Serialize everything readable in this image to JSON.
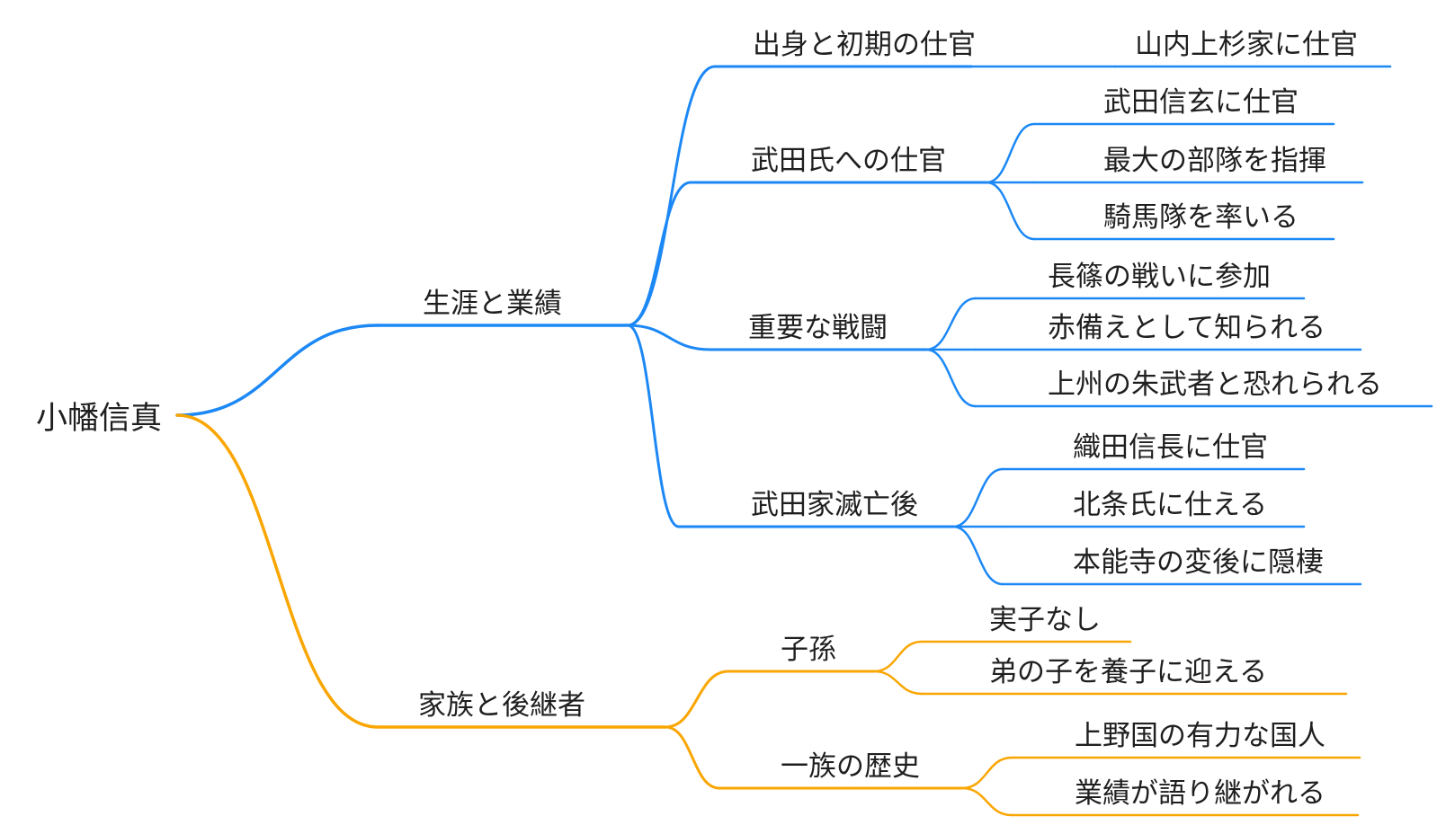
{
  "palette": {
    "branch_blue": "#1C88F5",
    "branch_orange": "#F9A602",
    "text": "#1F1F1F",
    "background": "#FFFFFF"
  },
  "mindmap": {
    "label": "小幡信真",
    "children": [
      {
        "label": "生涯と業績",
        "color": "branch_blue",
        "children": [
          {
            "label": "出身と初期の仕官",
            "children": [
              {
                "label": "山内上杉家に仕官",
                "children": []
              }
            ]
          },
          {
            "label": "武田氏への仕官",
            "children": [
              {
                "label": "武田信玄に仕官",
                "children": []
              },
              {
                "label": "最大の部隊を指揮",
                "children": []
              },
              {
                "label": "騎馬隊を率いる",
                "children": []
              }
            ]
          },
          {
            "label": "重要な戦闘",
            "children": [
              {
                "label": "長篠の戦いに参加",
                "children": []
              },
              {
                "label": "赤備えとして知られる",
                "children": []
              },
              {
                "label": "上州の朱武者と恐れられる",
                "children": []
              }
            ]
          },
          {
            "label": "武田家滅亡後",
            "children": [
              {
                "label": "織田信長に仕官",
                "children": []
              },
              {
                "label": "北条氏に仕える",
                "children": []
              },
              {
                "label": "本能寺の変後に隠棲",
                "children": []
              }
            ]
          }
        ]
      },
      {
        "label": "家族と後継者",
        "color": "branch_orange",
        "children": [
          {
            "label": "子孫",
            "children": [
              {
                "label": "実子なし",
                "children": []
              },
              {
                "label": "弟の子を養子に迎える",
                "children": []
              }
            ]
          },
          {
            "label": "一族の歴史",
            "children": [
              {
                "label": "上野国の有力な国人",
                "children": []
              },
              {
                "label": "業績が語り継がれる",
                "children": []
              }
            ]
          }
        ]
      }
    ]
  }
}
